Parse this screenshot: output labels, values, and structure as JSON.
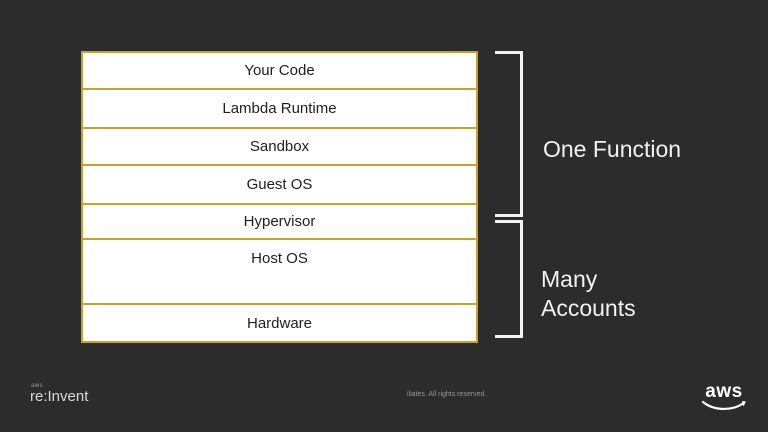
{
  "stack": {
    "rows": [
      {
        "label": "Your Code"
      },
      {
        "label": "Lambda Runtime"
      },
      {
        "label": "Sandbox"
      },
      {
        "label": "Guest OS"
      },
      {
        "label": "Hypervisor"
      },
      {
        "label": "Host OS"
      },
      {
        "label": "Hardware"
      }
    ],
    "border_color": "#C9A22C",
    "fill_color": "#FFFFFF",
    "text_color": "#1F1F1F"
  },
  "annotations": {
    "one_function": "One Function",
    "many_accounts": "Many Accounts",
    "bracket_color": "#F2F2F2"
  },
  "footer": {
    "reinvent_logo_aws": "aws",
    "reinvent_logo_text": "re:Invent",
    "copyright": "iliates. All rights reserved.",
    "aws_logo_text": "aws"
  },
  "colors": {
    "background": "#2D2C2C"
  }
}
